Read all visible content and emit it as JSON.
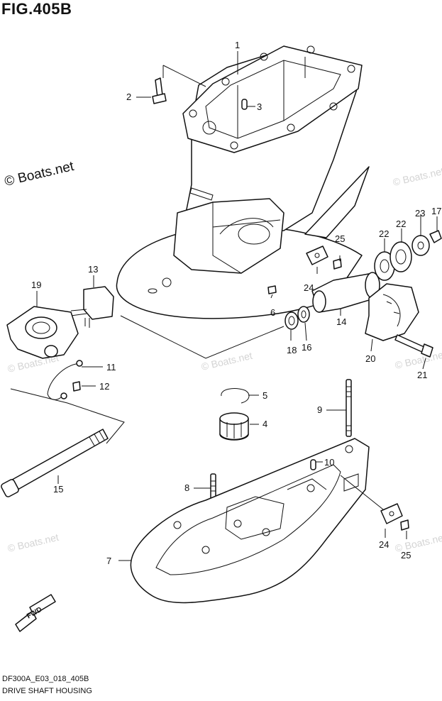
{
  "figure_title": "FIG.405B",
  "footer": {
    "code": "DF300A_E03_018_405B",
    "name": "DRIVE SHAFT HOUSING"
  },
  "watermark": "© Boats.net",
  "fwd_label": "FWD",
  "callouts": {
    "c1": "1",
    "c2": "2",
    "c3": "3",
    "c4": "4",
    "c5": "5",
    "c6": "6",
    "c7": "7",
    "c8": "8",
    "c9": "9",
    "c10": "10",
    "c11": "11",
    "c12": "12",
    "c13": "13",
    "c14": "14",
    "c15": "15",
    "c16": "16",
    "c17": "17",
    "c18": "18",
    "c19": "19",
    "c20": "20",
    "c21": "21",
    "c22a": "22",
    "c22b": "22",
    "c23": "23",
    "c24a": "24",
    "c24b": "24",
    "c25a": "25",
    "c25b": "25"
  },
  "colors": {
    "line": "#111111",
    "watermark": "#d4d4d4",
    "background": "#ffffff"
  }
}
